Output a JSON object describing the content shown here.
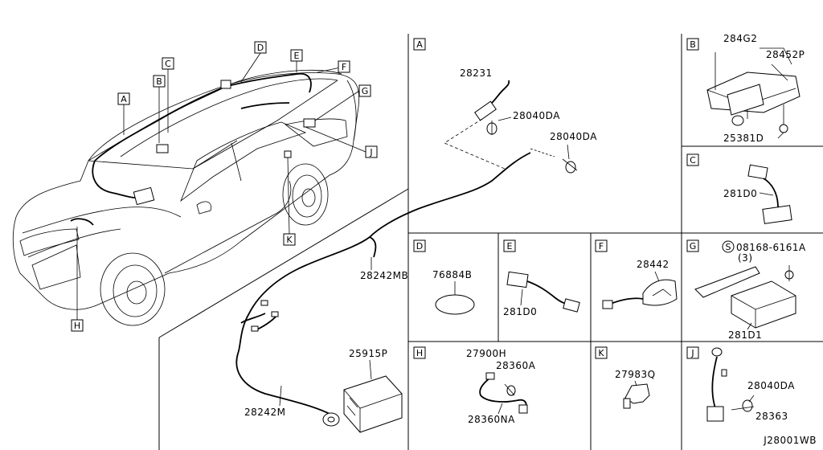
{
  "diagram_id": "J28001WB",
  "section_letters": [
    "A",
    "B",
    "C",
    "D",
    "E",
    "F",
    "G",
    "H",
    "J",
    "K"
  ],
  "car_callouts": [
    "A",
    "B",
    "C",
    "D",
    "E",
    "F",
    "G",
    "H",
    "J",
    "K"
  ],
  "main_parts": {
    "harness_upper": "28242MB",
    "harness_lower": "28242M",
    "module": "25915P"
  },
  "panel_A": {
    "letter": "A",
    "parts": [
      "28231",
      "28040DA",
      "28040DA"
    ]
  },
  "panel_B": {
    "letter": "B",
    "parts": [
      "284G2",
      "28452P",
      "25381D"
    ]
  },
  "panel_C": {
    "letter": "C",
    "parts": [
      "281D0"
    ]
  },
  "panel_D": {
    "letter": "D",
    "parts": [
      "76884B"
    ]
  },
  "panel_E": {
    "letter": "E",
    "parts": [
      "281D0"
    ]
  },
  "panel_F": {
    "letter": "F",
    "parts": [
      "28442"
    ]
  },
  "panel_G": {
    "letter": "G",
    "screw_symbol": "S",
    "parts": [
      "08168-6161A",
      "(3)",
      "281D1"
    ]
  },
  "panel_H": {
    "letter": "H",
    "parts": [
      "27900H",
      "28360A",
      "28360NA"
    ]
  },
  "panel_K": {
    "letter": "K",
    "parts": [
      "27983Q"
    ]
  },
  "panel_J": {
    "letter": "J",
    "parts": [
      "28040DA",
      "28363"
    ]
  }
}
